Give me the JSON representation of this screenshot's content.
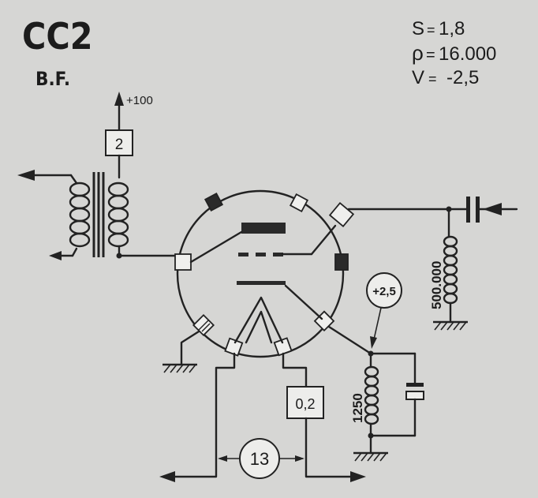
{
  "title": "CC2",
  "subtitle": "B.F.",
  "specs": [
    {
      "label": "S",
      "sep": "=",
      "value": "1,8"
    },
    {
      "label": "ρ",
      "sep": "=",
      "value": "16.000"
    },
    {
      "label": "V",
      "sep": "=",
      "value": "-2,5"
    }
  ],
  "labels": {
    "supply": "+100",
    "transformer_ratio": "2",
    "grid_resistor": "500.000",
    "cathode_bias": "+2,5",
    "cathode_resistor": "1250",
    "filament_current": "0,2",
    "filament_voltage": "13"
  }
}
